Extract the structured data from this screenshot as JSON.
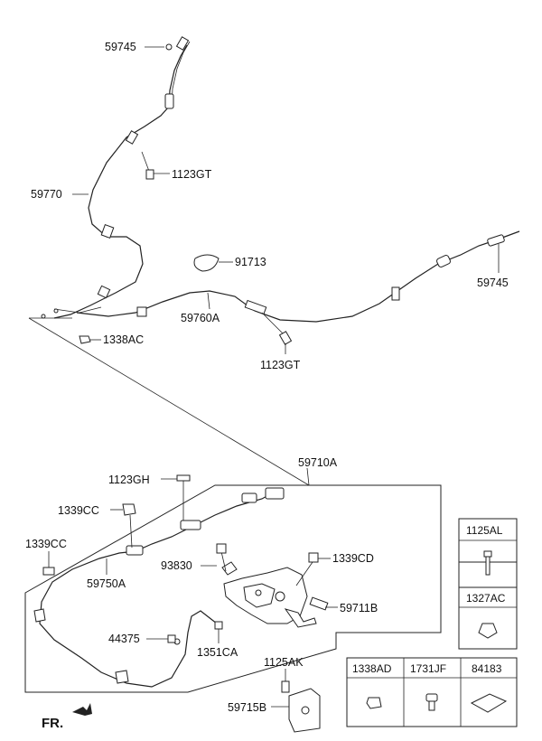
{
  "labels": {
    "p59745_top": "59745",
    "p1123GT_top": "1123GT",
    "p59770": "59770",
    "p91713": "91713",
    "p59745_right": "59745",
    "p59760A": "59760A",
    "p1338AC": "1338AC",
    "p1123GT_mid": "1123GT",
    "p59710A": "59710A",
    "p1123GH": "1123GH",
    "p1339CC_a": "1339CC",
    "p1339CC_b": "1339CC",
    "p59750A": "59750A",
    "p93830": "93830",
    "p1339CD": "1339CD",
    "p59711B": "59711B",
    "p44375": "44375",
    "p1351CA": "1351CA",
    "p1125AK": "1125AK",
    "p59715B": "59715B",
    "fr": "FR."
  },
  "parts_table": {
    "cells": [
      "1125AL",
      "1327AC",
      "1338AD",
      "1731JF",
      "84183"
    ]
  }
}
